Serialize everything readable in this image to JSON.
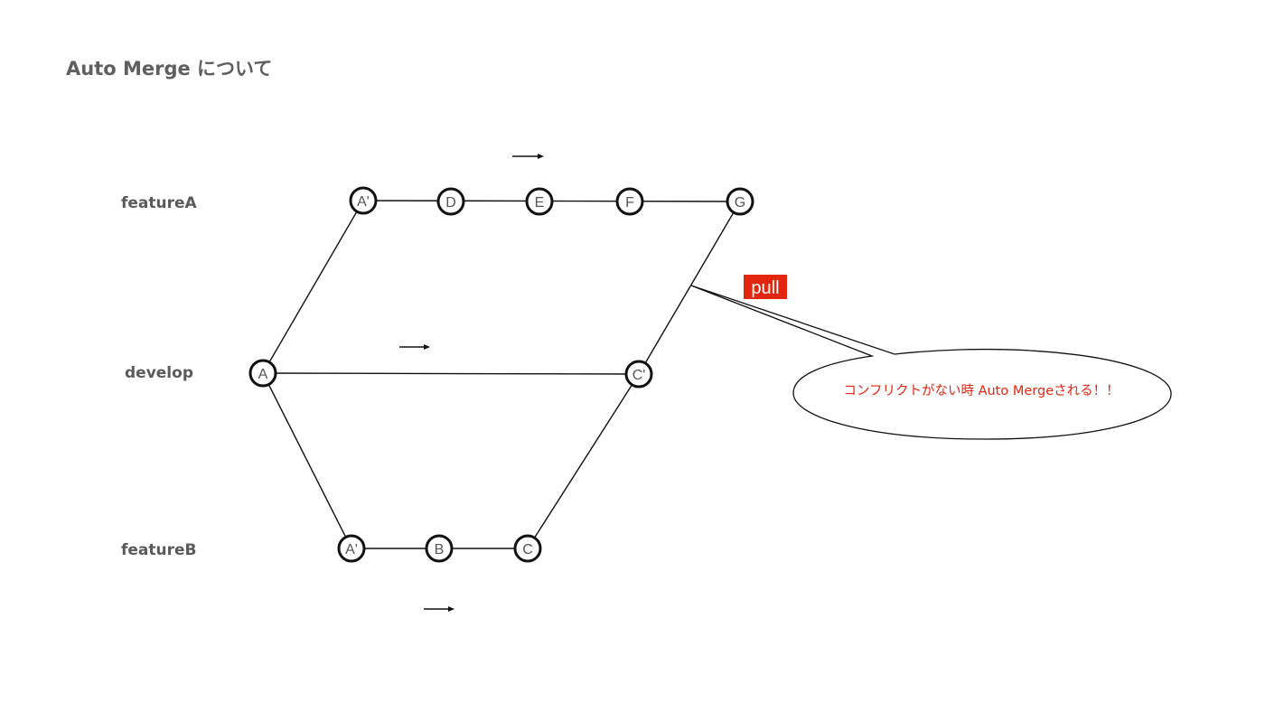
{
  "title": "Auto Merge について",
  "branches": {
    "featureA": "featureA",
    "develop": "develop",
    "featureB": "featureB"
  },
  "nodes": {
    "develop_a": "A",
    "develop_c_prime": "C'",
    "featureA_a_prime": "A'",
    "featureA_d": "D",
    "featureA_e": "E",
    "featureA_f": "F",
    "featureA_g": "G",
    "featureB_a_prime": "A'",
    "featureB_b": "B",
    "featureB_c": "C"
  },
  "pull_label": "pull",
  "callout_text": "コンフリクトがない時 Auto Mergeされる！！",
  "colors": {
    "accent_red": "#e2260f",
    "title_gray": "#5f5f5f",
    "stroke": "#111111"
  }
}
